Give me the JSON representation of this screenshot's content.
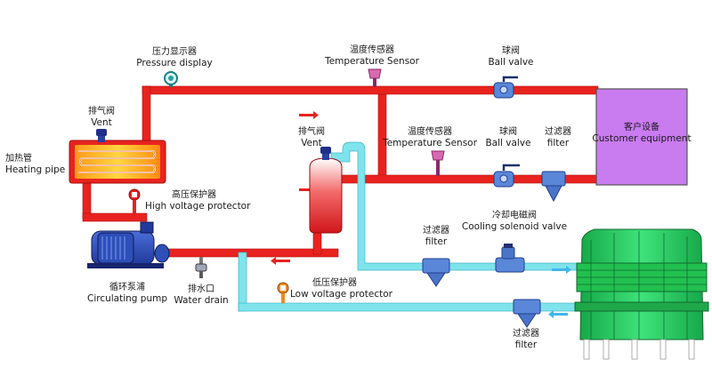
{
  "labels": {
    "pressure_display": {
      "zh": "压力显示器",
      "en": "Pressure display"
    },
    "temp_sensor_top": {
      "zh": "温度传感器",
      "en": "Temperature Sensor"
    },
    "ball_valve_top": {
      "zh": "球阀",
      "en": "Ball valve"
    },
    "customer_equipment": {
      "zh": "客户设备",
      "en": "Customer equipment"
    },
    "vent_left": {
      "zh": "排气阀",
      "en": "Vent"
    },
    "heating_pipe": {
      "zh": "加热管",
      "en": "Heating pipe"
    },
    "vent_tank": {
      "zh": "排气阀",
      "en": "Vent"
    },
    "temp_sensor_mid": {
      "zh": "温度传感器",
      "en": "Temperature Sensor"
    },
    "ball_valve_mid": {
      "zh": "球阀",
      "en": "Ball valve"
    },
    "filter_right": {
      "zh": "过滤器",
      "en": "filter"
    },
    "high_voltage_protector": {
      "zh": "高压保护器",
      "en": "High voltage protector"
    },
    "filter_mid": {
      "zh": "过滤器",
      "en": "filter"
    },
    "cooling_solenoid_valve": {
      "zh": "冷却电磁阀",
      "en": "Cooling solenoid valve"
    },
    "circulating_pump": {
      "zh": "循环泵浦",
      "en": "Circulating pump"
    },
    "water_drain": {
      "zh": "排水口",
      "en": "Water drain"
    },
    "low_voltage_protector": {
      "zh": "低压保护器",
      "en": "Low voltage protector"
    },
    "filter_bottom": {
      "zh": "过滤器",
      "en": "filter"
    }
  },
  "colors": {
    "hot_pipe": "#e8231f",
    "cold_pipe": "#7fe3ec",
    "cold_pipe_edge": "#3fb7c8",
    "customer_box": "#c97bf0",
    "cooling_tower": "#1fc95b",
    "flow_arrow_red": "#e8231f",
    "flow_arrow_blue": "#3fb7e8"
  }
}
